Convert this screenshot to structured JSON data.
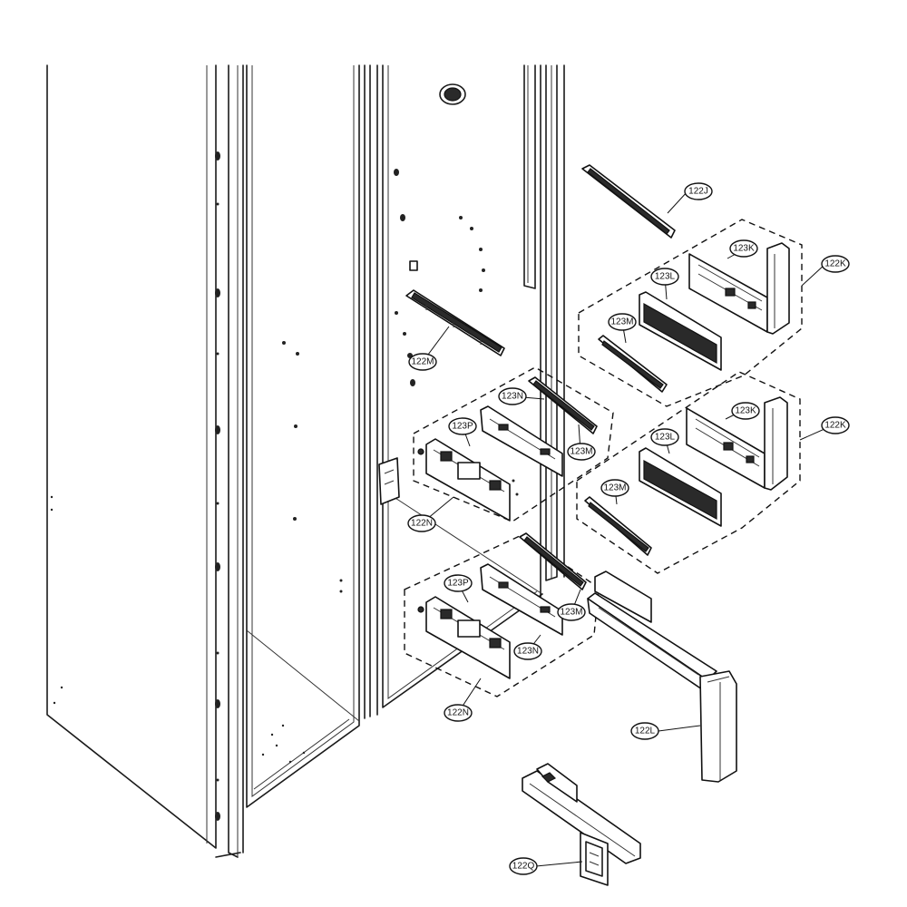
{
  "callouts": {
    "c122j": "122J",
    "c122k_top": "122K",
    "c123k_top": "123K",
    "c123l_top": "123L",
    "c123m_top": "123M",
    "c122m": "122M",
    "c123n_upper": "123N",
    "c123p_upper": "123P",
    "c123m_upper": "123M",
    "c122n_upper": "122N",
    "c122k_lower": "122K",
    "c123k_lower": "123K",
    "c123l_lower": "123L",
    "c123m_lower": "123M",
    "c123p_lower": "123P",
    "c123m_low_mid": "123M",
    "c123n_lower": "123N",
    "c122n_lower": "122N",
    "c122l": "122L",
    "c122q": "122Q"
  }
}
